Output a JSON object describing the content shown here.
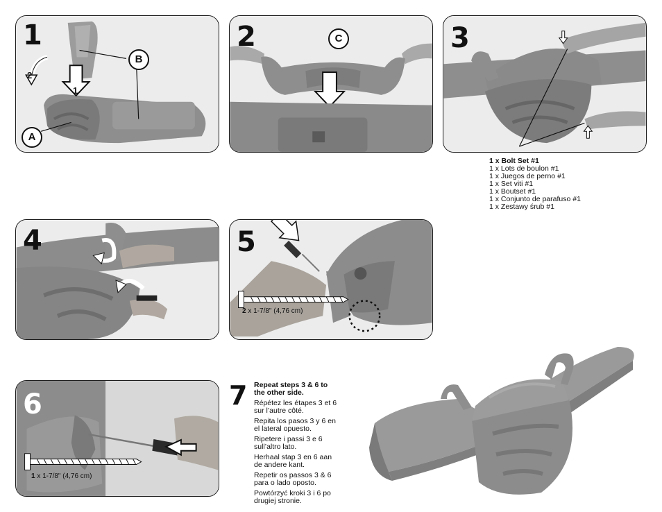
{
  "panel1": {
    "step": "1",
    "callout_a": "A",
    "callout_b": "B",
    "arrow_1": "1",
    "arrow_2": "2"
  },
  "panel2": {
    "step": "2",
    "callout_c": "C"
  },
  "panel3": {
    "step": "3"
  },
  "bolt_set": {
    "lines": [
      "1 x Bolt Set #1",
      "1 x Lots de boulon #1",
      "1 x Juegos de perno #1",
      "1 x Set viti #1",
      "1 x Boutset #1",
      "1 x Conjunto de parafuso #1",
      "1 x Zestawy śrub #1"
    ]
  },
  "panel4": {
    "step": "4"
  },
  "panel5": {
    "step": "5",
    "screw_qty": "2",
    "screw_size": " x 1-7/8\" (4,76 cm)"
  },
  "panel6": {
    "step": "6",
    "screw_qty": "1",
    "screw_size": " x 1-7/8\" (4,76 cm)"
  },
  "step7": {
    "number": "7",
    "paragraphs": [
      "Repeat steps 3 & 6 to the other side.",
      "Répétez les étapes 3 et 6 sur l’autre côté.",
      "Repita los pasos 3 y 6 en el lateral opuesto.",
      "Ripetere i passi 3 e 6 sull’altro lato.",
      "Herhaal stap 3 en 6 aan de andere kant.",
      "Repetir os passos 3 & 6 para o lado oposto.",
      "Powtórzyć kroki 3 i 6 po drugiej stronie."
    ]
  },
  "colors": {
    "plastic": "#8e8e8e",
    "plastic_dark": "#6e6e6e",
    "background_photo": "#e9e9e9",
    "outline": "#1a1a1a"
  }
}
